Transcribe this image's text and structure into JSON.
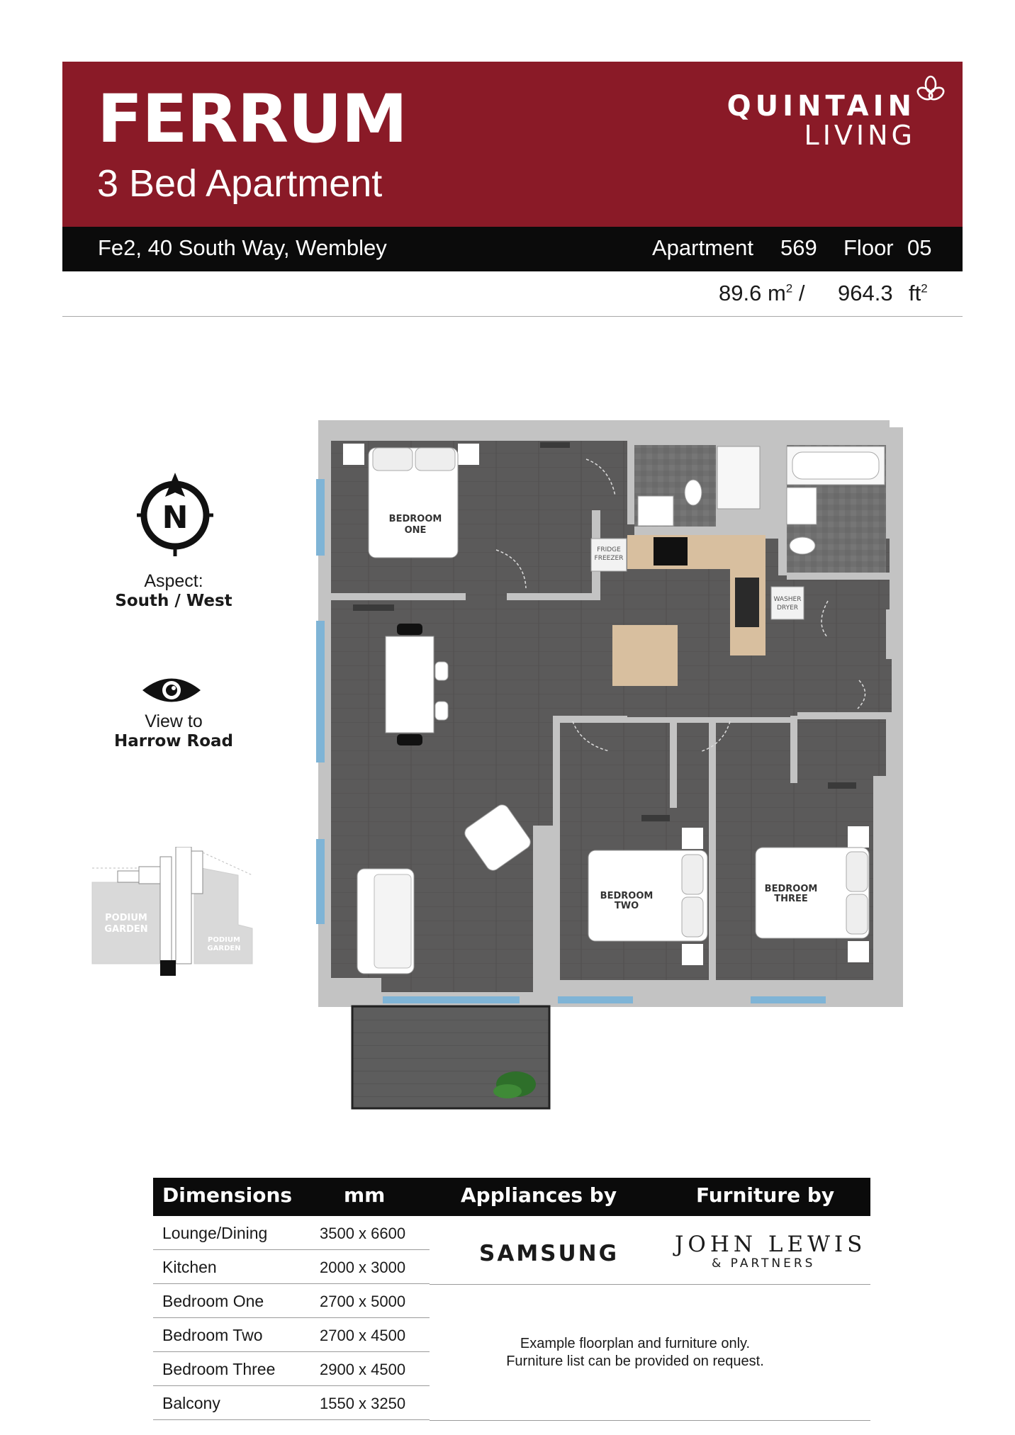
{
  "header": {
    "title": "FERRUM",
    "subtitle": "3 Bed Apartment",
    "logo_line1": "QUINTAIN",
    "logo_line2": "LIVING"
  },
  "address_bar": {
    "address": "Fe2, 40 South Way, Wembley",
    "apartment_label": "Apartment",
    "apartment_number": "569",
    "floor_label": "Floor",
    "floor_number": "05"
  },
  "area": {
    "sqm": "89.6",
    "sqm_unit": "m",
    "separator": "/",
    "sqft": "964.3",
    "sqft_unit": "ft",
    "exponent": "2"
  },
  "aspect": {
    "compass_letter": "N",
    "label": "Aspect:",
    "value": "South / West"
  },
  "view": {
    "label": "View to",
    "value": "Harrow Road"
  },
  "keyplan": {
    "garden_left_1": "PODIUM",
    "garden_left_2": "GARDEN",
    "garden_right_1": "PODIUM",
    "garden_right_2": "GARDEN"
  },
  "floorplan": {
    "bedroom_one_1": "BEDROOM",
    "bedroom_one_2": "ONE",
    "bedroom_two_1": "BEDROOM",
    "bedroom_two_2": "TWO",
    "bedroom_three_1": "BEDROOM",
    "bedroom_three_2": "THREE",
    "fridge_1": "FRIDGE",
    "fridge_2": "FREEZER",
    "washer_1": "WASHER",
    "washer_2": "DRYER"
  },
  "dimensions": {
    "col_room": "Dimensions",
    "col_mm": "mm",
    "col_appliances": "Appliances by",
    "col_furniture": "Furniture by",
    "rows": [
      {
        "room": "Lounge/Dining",
        "size": "3500 x 6600"
      },
      {
        "room": "Kitchen",
        "size": "2000 x 3000"
      },
      {
        "room": "Bedroom One",
        "size": "2700 x 5000"
      },
      {
        "room": "Bedroom Two",
        "size": "2700 x 4500"
      },
      {
        "room": "Bedroom Three",
        "size": "2900 x 4500"
      },
      {
        "room": "Balcony",
        "size": "1550 x 3250"
      }
    ],
    "appliances_brand": "SAMSUNG",
    "furniture_brand_1": "JOHN LEWIS",
    "furniture_brand_2": "& PARTNERS",
    "note_1": "Example floorplan and furniture only.",
    "note_2": "Furniture list can be provided on request."
  },
  "colors": {
    "brand_red": "#8a1a27",
    "band_black": "#0b0b0b",
    "floor_grey": "#5b5a5a",
    "wall_grey": "#c3c3c3",
    "window_blue": "#7fb4d6",
    "kitchen_wood": "#d8bf9f"
  }
}
